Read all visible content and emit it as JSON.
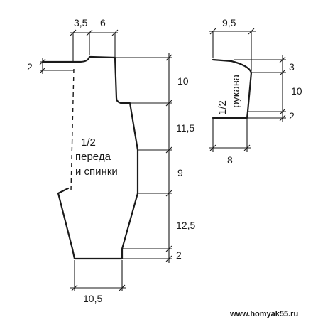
{
  "body_piece": {
    "label_lines": [
      "1/2",
      "переда",
      "и спинки"
    ],
    "dims": {
      "top_shoulder": "3,5",
      "top_neck": "6",
      "shoulder_drop": "2",
      "armhole": "10",
      "waist_upper": "11,5",
      "waist": "9",
      "hip": "12,5",
      "hem": "2",
      "bottom_width": "10,5"
    }
  },
  "sleeve_piece": {
    "label_lines": [
      "1/2",
      "рукава"
    ],
    "dims": {
      "top_width": "9,5",
      "cap": "3",
      "length": "10",
      "cuff": "2",
      "bottom_width": "8"
    }
  },
  "watermark": "www.homyak55.ru"
}
